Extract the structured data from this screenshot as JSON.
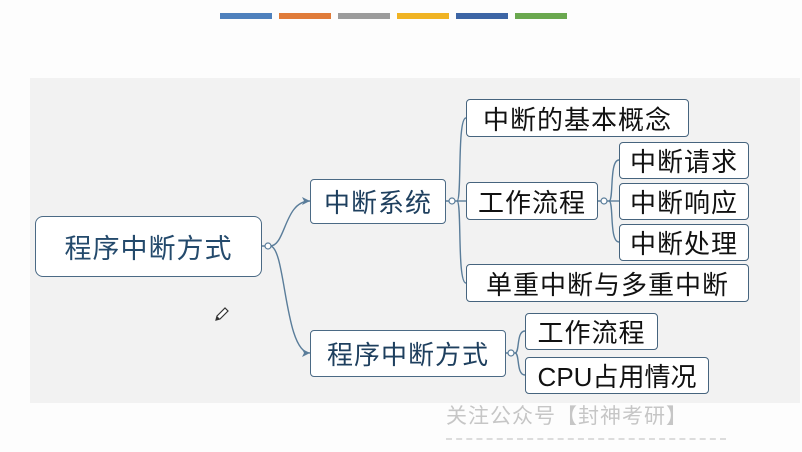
{
  "top_stripes": [
    "#4f81bd",
    "#e07b39",
    "#9c9c9c",
    "#f0b323",
    "#3d65a5",
    "#6aa84f"
  ],
  "mindmap": {
    "root": "程序中断方式",
    "branch_interrupt_system": {
      "label": "中断系统",
      "children": {
        "basic_concept": "中断的基本概念",
        "workflow": {
          "label": "工作流程",
          "children": [
            "中断请求",
            "中断响应",
            "中断处理"
          ]
        },
        "single_multi": "单重中断与多重中断"
      }
    },
    "branch_program_interrupt": {
      "label": "程序中断方式",
      "children": [
        "工作流程",
        "CPU占用情况"
      ]
    }
  },
  "watermark": "关注公众号【封神考研】",
  "colors": {
    "node_border": "#4b6a85",
    "node_text": "#1e3f5e",
    "connector": "#5a7d9a"
  }
}
